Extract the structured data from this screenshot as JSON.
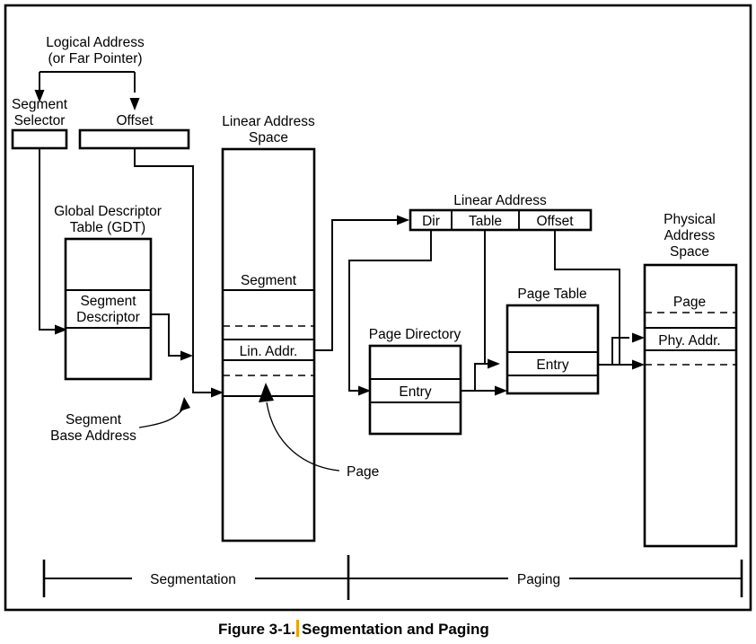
{
  "figure": {
    "caption_prefix": "Figure 3-1.",
    "caption_title": "Segmentation and Paging"
  },
  "logical_address": {
    "line1": "Logical Address",
    "line2": "(or Far Pointer)",
    "segment_selector_label_1": "Segment",
    "segment_selector_label_2": "Selector",
    "offset_label": "Offset"
  },
  "gdt": {
    "title_line1": "Global Descriptor",
    "title_line2": "Table (GDT)",
    "row_label_1": "Segment",
    "row_label_2": "Descriptor",
    "base_address_line1": "Segment",
    "base_address_line2": "Base Address"
  },
  "linear_address_space": {
    "title_line1": "Linear Address",
    "title_line2": "Space",
    "segment_label": "Segment",
    "lin_addr_label": "Lin. Addr.",
    "page_callout": "Page"
  },
  "linear_address_bar": {
    "title": "Linear Address",
    "fields": [
      "Dir",
      "Table",
      "Offset"
    ]
  },
  "page_directory": {
    "title": "Page Directory",
    "entry_label": "Entry"
  },
  "page_table": {
    "title": "Page Table",
    "entry_label": "Entry"
  },
  "physical_address_space": {
    "title_line1": "Physical",
    "title_line2": "Address",
    "title_line3": "Space",
    "page_label": "Page",
    "phy_addr_label": "Phy. Addr."
  },
  "brackets": {
    "left_label": "Segmentation",
    "right_label": "Paging"
  },
  "colors": {
    "ink": "#000000",
    "background": "#ffffff",
    "caret": "#f0a000"
  }
}
